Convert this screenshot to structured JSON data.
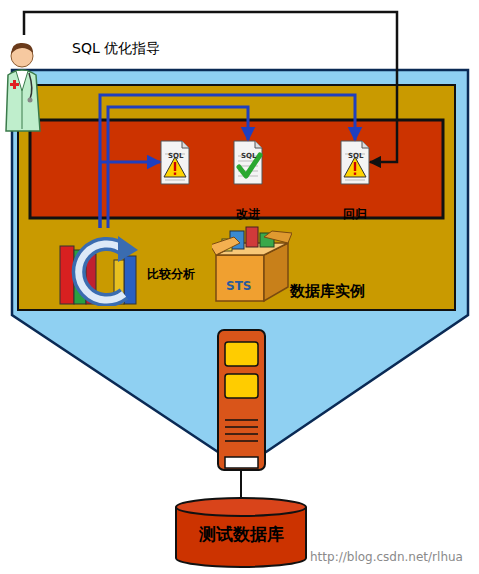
{
  "diagram": {
    "nodes": [
      {
        "text": [
          "SQL 优化指导"
        ]
      },
      {
        "text": [
          "数据库实例"
        ]
      },
      {
        "text": [
          "SQL"
        ],
        "in": 1
      },
      {
        "text": [
          "SQL",
          "改进"
        ],
        "in": 1
      },
      {
        "text": [
          "SQL",
          "回归"
        ],
        "in": 1
      },
      {
        "text": [
          "比较分析"
        ],
        "in": 1
      },
      {
        "text": [
          "STS"
        ],
        "in": 1
      },
      {
        "text": [
          "测试数据库"
        ]
      }
    ],
    "edges": [
      {
        "from": 5,
        "to": 2,
        "arrow": "to"
      },
      {
        "from": 5,
        "to": 3,
        "arrow": "to"
      },
      {
        "from": 5,
        "to": 4,
        "arrow": "to"
      },
      {
        "from": 0,
        "to": 4,
        "arrow": "to"
      }
    ],
    "labels": [
      "http://blog.csdn.net/rlhua"
    ]
  }
}
